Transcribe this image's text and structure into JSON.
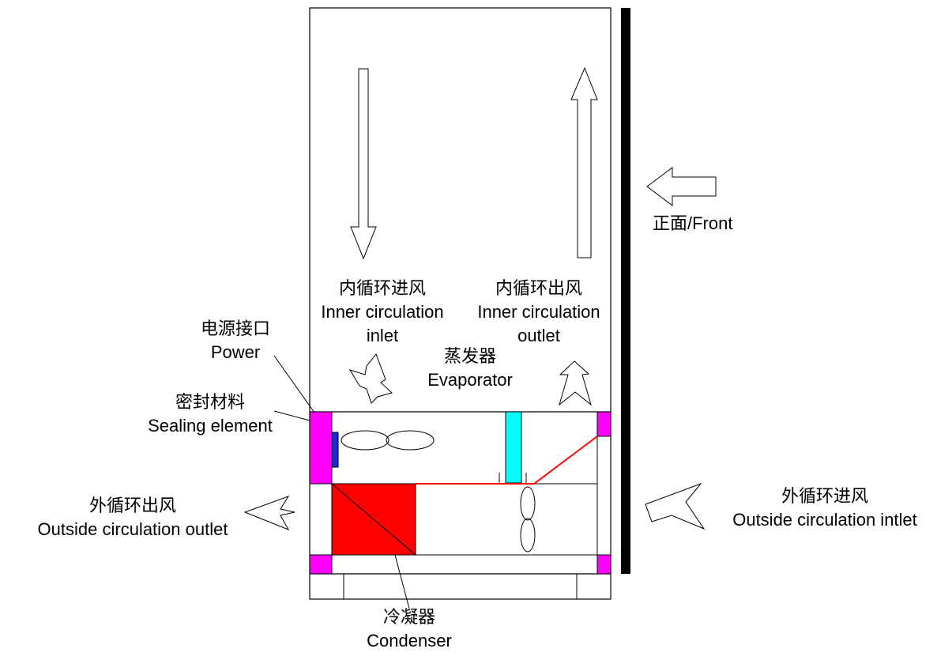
{
  "labels": {
    "front": "正面/Front",
    "inner_inlet_cn": "内循环进风",
    "inner_inlet_en1": "Inner circulation",
    "inner_inlet_en2": "inlet",
    "inner_outlet_cn": "内循环出风",
    "inner_outlet_en1": "Inner circulation",
    "inner_outlet_en2": "outlet",
    "power_cn": "电源接口",
    "power_en": "Power",
    "evaporator_cn": "蒸发器",
    "evaporator_en": "Evaporator",
    "sealing_cn": "密封材料",
    "sealing_en": "Sealing element",
    "outside_outlet_cn": "外循环出风",
    "outside_outlet_en": "Outside circulation outlet",
    "outside_inlet_cn": "外循环进风",
    "outside_inlet_en": "Outside circulation intlet",
    "condenser_cn": "冷凝器",
    "condenser_en": "Condenser"
  },
  "colors": {
    "sealing": "#ff00ff",
    "power_port": "#1a2bd6",
    "evaporator": "#00ffff",
    "condenser": "#ff0000",
    "pipe": "#ff0000",
    "door": "#000000",
    "outline": "#000000"
  }
}
